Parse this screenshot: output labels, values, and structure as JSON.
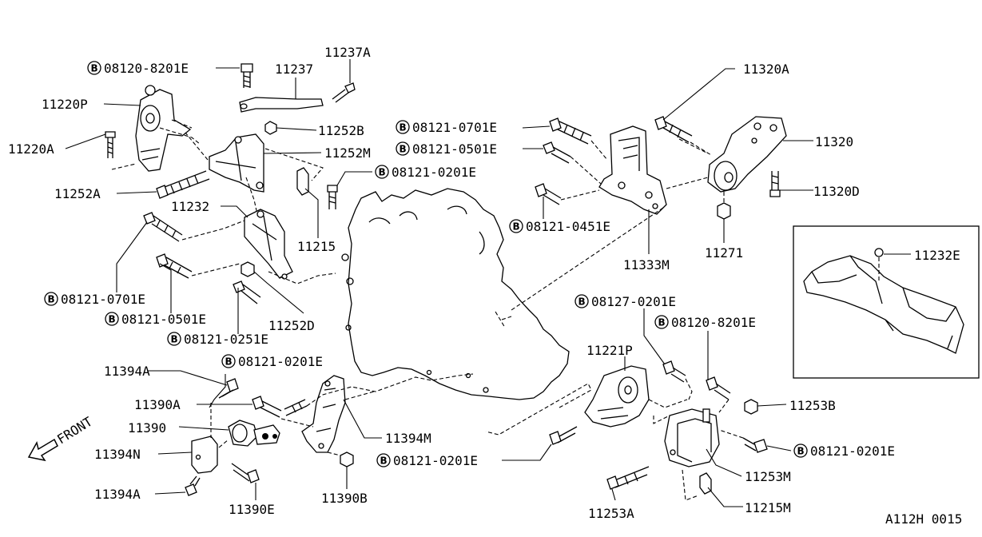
{
  "figure_code": "A112H 0015",
  "front_label": "FRONT",
  "bolt_prefix": "B",
  "callouts": {
    "c08120_8201E_top": "08120-8201E",
    "c11237A": "11237A",
    "c11237": "11237",
    "c11220P": "11220P",
    "c11220A": "11220A",
    "c11252B": "11252B",
    "c11252M": "11252M",
    "c08121_0201E_top": "08121-0201E",
    "c11252A": "11252A",
    "c11232": "11232",
    "c11215": "11215",
    "c08121_0701E_left": "08121-0701E",
    "c08121_0501E_left": "08121-0501E",
    "c11252D": "11252D",
    "c08121_0251E": "08121-0251E",
    "c08121_0701E_top": "08121-0701E",
    "c08121_0501E_top": "08121-0501E",
    "c08121_0451E": "08121-0451E",
    "c11333M": "11333M",
    "c11320A": "11320A",
    "c11320": "11320",
    "c11320D": "11320D",
    "c11271": "11271",
    "c11232E": "11232E",
    "c08127_0201E": "08127-0201E",
    "c08120_8201E_right": "08120-8201E",
    "c11221P": "11221P",
    "c11253B": "11253B",
    "c08121_0201E_right": "08121-0201E",
    "c11253M": "11253M",
    "c11215M": "11215M",
    "c11253A": "11253A",
    "c11394A_top": "11394A",
    "c08121_0201E_mid": "08121-0201E",
    "c11390A": "11390A",
    "c11390": "11390",
    "c11394N": "11394N",
    "c11394A_bottom": "11394A",
    "c11390E": "11390E",
    "c11390B": "11390B",
    "c11394M": "11394M",
    "c08121_0201E_bottom": "08121-0201E"
  }
}
